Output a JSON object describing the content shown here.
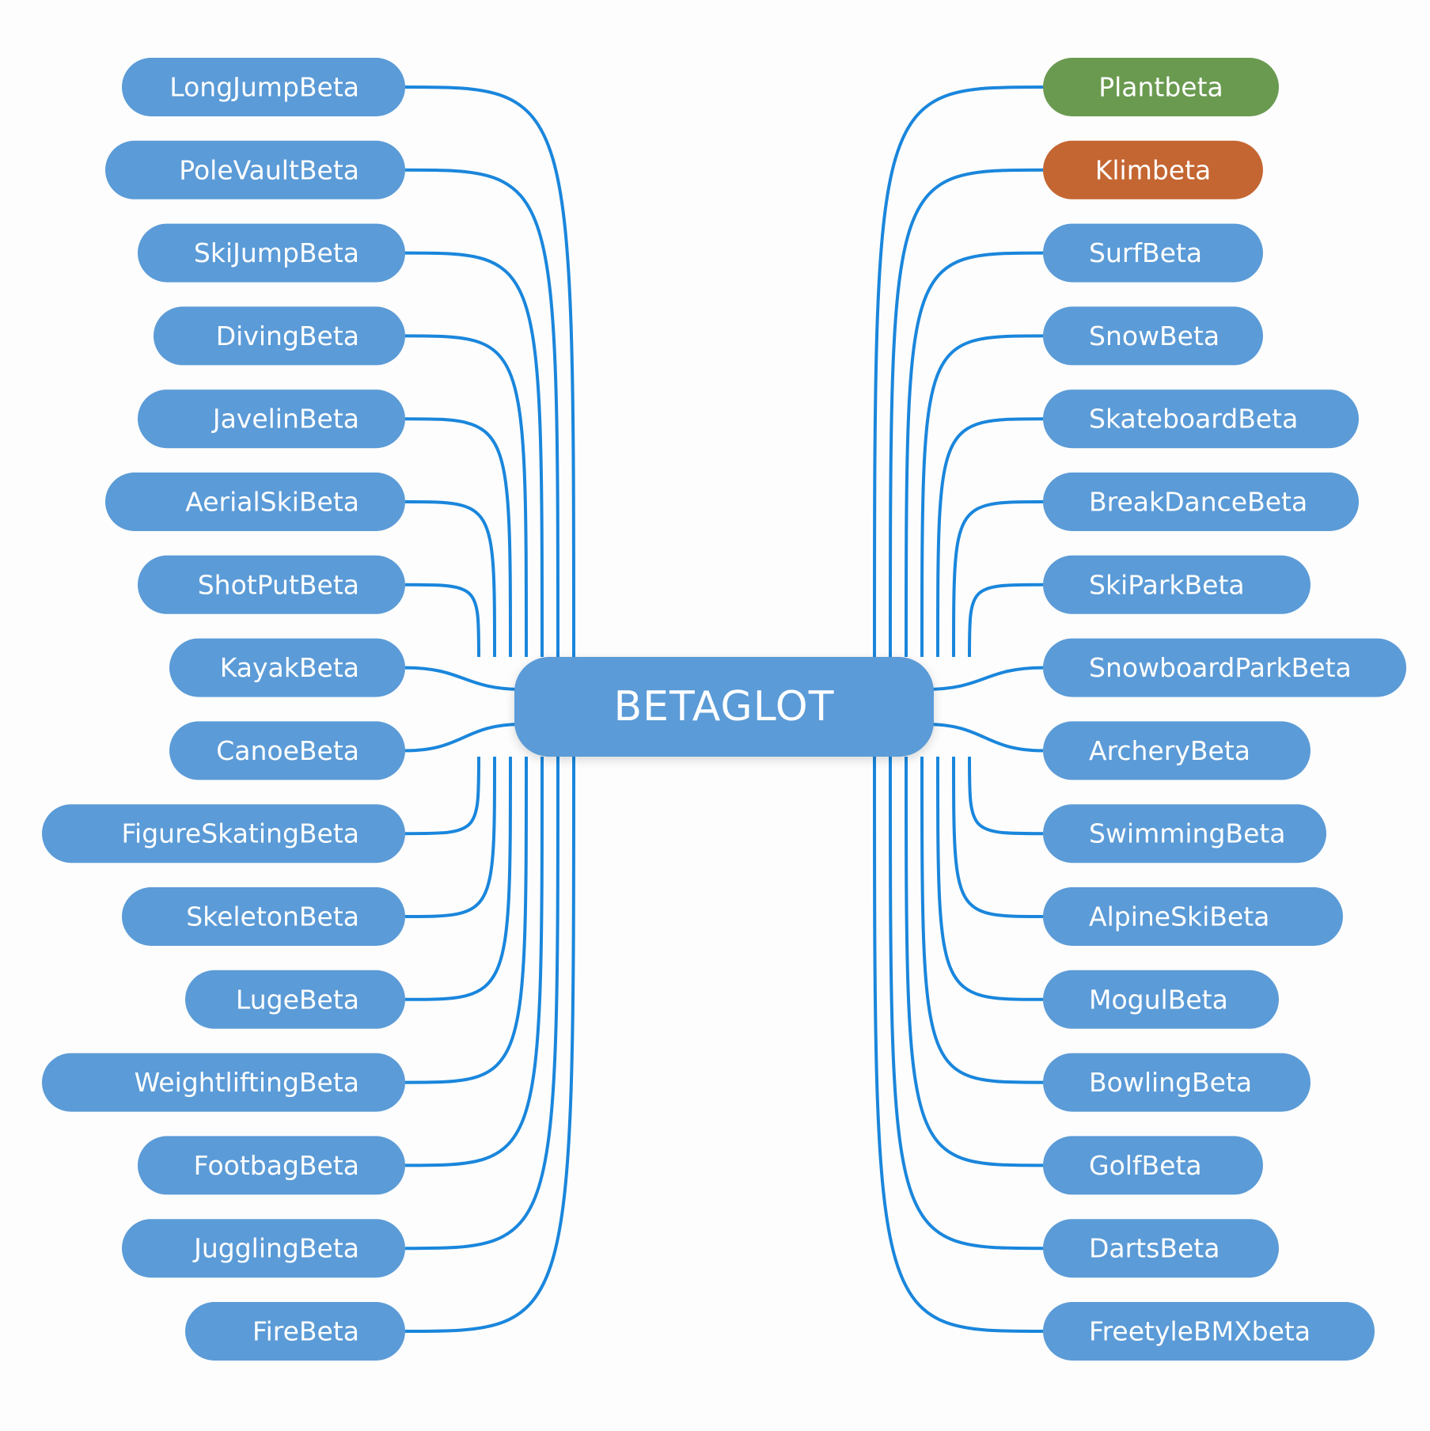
{
  "diagram": {
    "center": {
      "label": "BETAGLOT"
    },
    "left_nodes": [
      {
        "label": "LongJumpBeta"
      },
      {
        "label": "PoleVaultBeta"
      },
      {
        "label": "SkiJumpBeta"
      },
      {
        "label": "DivingBeta"
      },
      {
        "label": "JavelinBeta"
      },
      {
        "label": "AerialSkiBeta"
      },
      {
        "label": "ShotPutBeta"
      },
      {
        "label": "KayakBeta"
      },
      {
        "label": "CanoeBeta"
      },
      {
        "label": "FigureSkatingBeta"
      },
      {
        "label": "SkeletonBeta"
      },
      {
        "label": "LugeBeta"
      },
      {
        "label": "WeightliftingBeta"
      },
      {
        "label": "FootbagBeta"
      },
      {
        "label": "JugglingBeta"
      },
      {
        "label": "FireBeta"
      }
    ],
    "right_nodes": [
      {
        "label": "Plantbeta",
        "color": "#6a9a50",
        "border": "#3d86d6"
      },
      {
        "label": "Klimbeta",
        "color": "#c46632",
        "border": "#3d86d6"
      },
      {
        "label": "SurfBeta"
      },
      {
        "label": "SnowBeta"
      },
      {
        "label": "SkateboardBeta"
      },
      {
        "label": "BreakDanceBeta"
      },
      {
        "label": "SkiParkBeta"
      },
      {
        "label": "SnowboardParkBeta"
      },
      {
        "label": "ArcheryBeta"
      },
      {
        "label": "SwimmingBeta"
      },
      {
        "label": "AlpineSkiBeta"
      },
      {
        "label": "MogulBeta"
      },
      {
        "label": "BowlingBeta"
      },
      {
        "label": "GolfBeta"
      },
      {
        "label": "DartsBeta"
      },
      {
        "label": "FreetyleBMXbeta"
      }
    ],
    "colors": {
      "node": "#5b9bd7",
      "center": "#5b9bd7",
      "link": "#1a86dc",
      "text": "#ffffff",
      "background": "#fdfdfd"
    }
  }
}
